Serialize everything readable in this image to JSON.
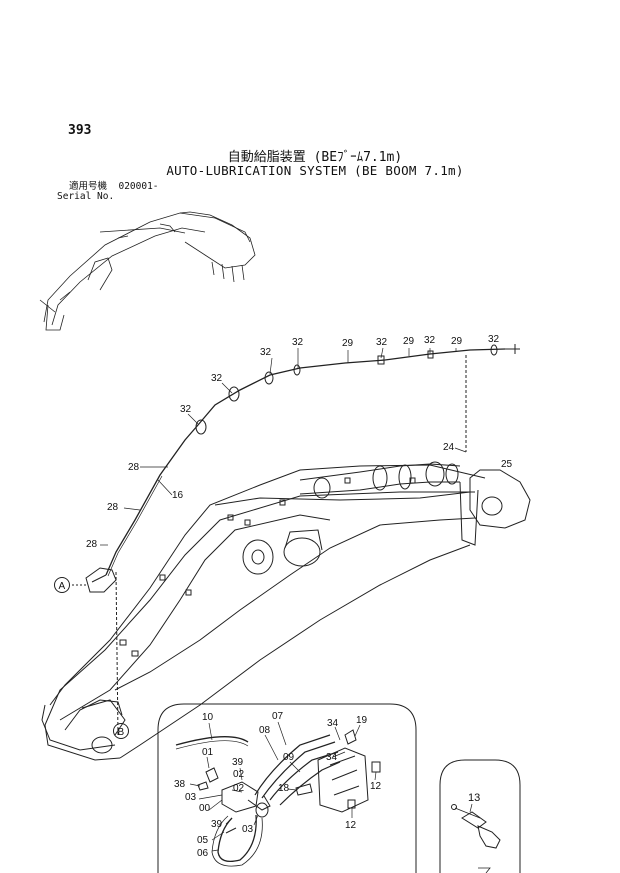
{
  "header": {
    "page_number": "393",
    "title_jp": "自動給脂装置 (BEﾌﾞｰﾑ7.1m)",
    "title_en": "AUTO-LUBRICATION SYSTEM (BE BOOM 7.1m)"
  },
  "serial": {
    "label_jp": "適用号機",
    "value": "020001-",
    "label_en": "Serial No."
  },
  "callouts": {
    "main": [
      "32",
      "32",
      "29",
      "32",
      "29",
      "32",
      "29",
      "32",
      "32",
      "32",
      "24",
      "25",
      "28",
      "16",
      "28",
      "28"
    ],
    "detail_b": [
      "10",
      "07",
      "08",
      "34",
      "19",
      "01",
      "39",
      "09",
      "02",
      "34",
      "18",
      "38",
      "02",
      "03",
      "00",
      "12",
      "12",
      "39",
      "03",
      "05",
      "06"
    ],
    "detail_c": [
      "13"
    ],
    "view_labels": [
      "A",
      "B"
    ]
  }
}
